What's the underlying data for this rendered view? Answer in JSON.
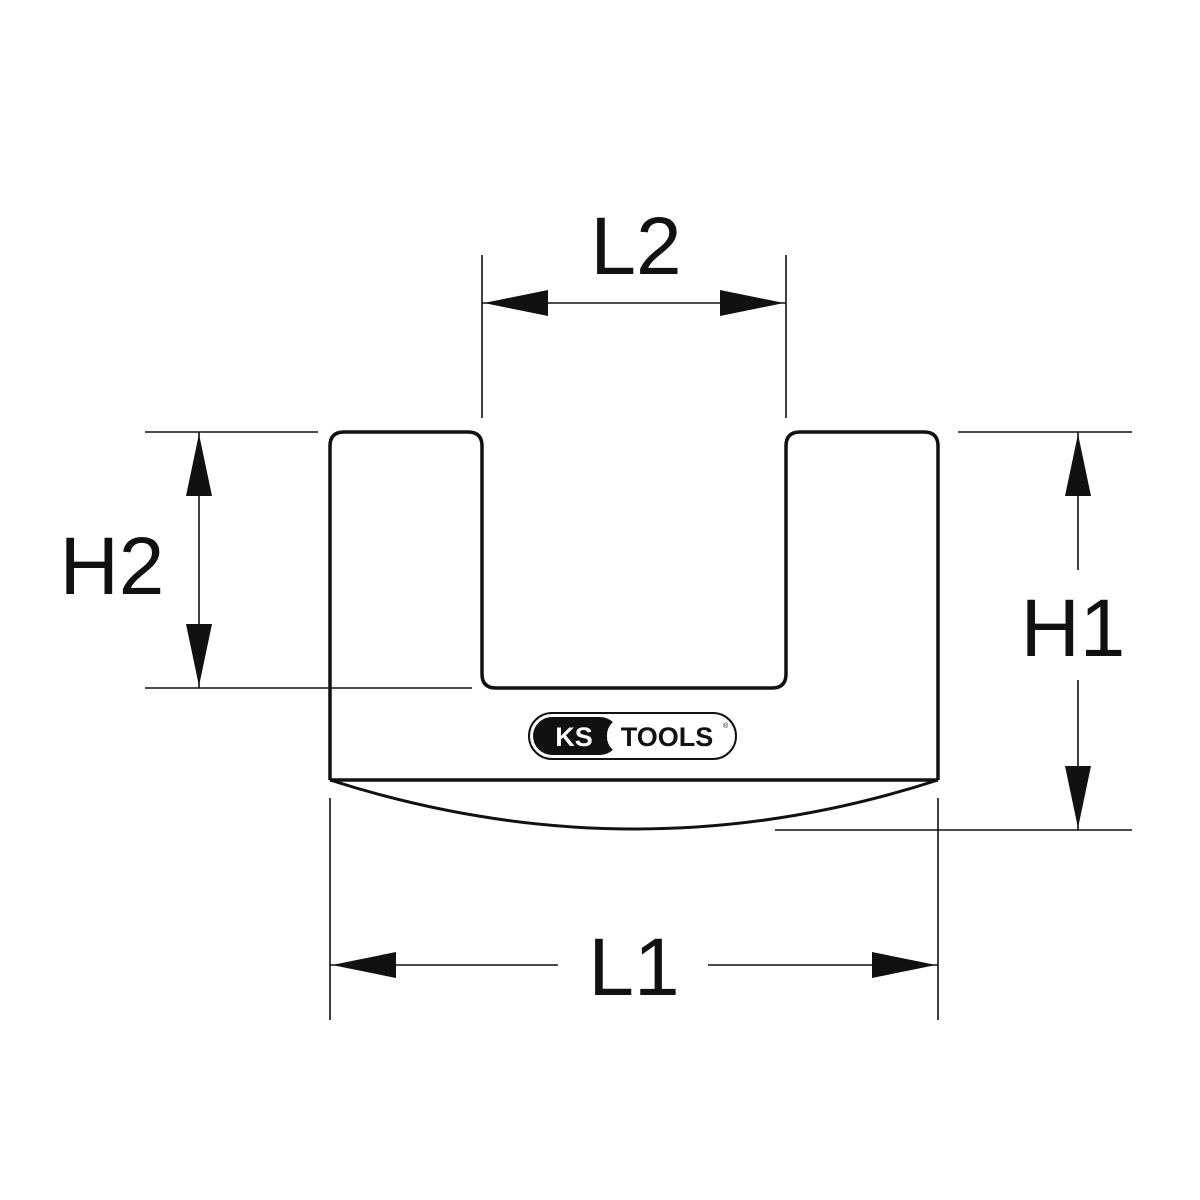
{
  "dimensions": {
    "l1": "L1",
    "l2": "L2",
    "h1": "H1",
    "h2": "H2"
  },
  "logo": {
    "brand_left": "KS",
    "brand_right": "TOOLS",
    "registered_mark": "®"
  },
  "colors": {
    "line": "#111111",
    "background": "#ffffff"
  }
}
